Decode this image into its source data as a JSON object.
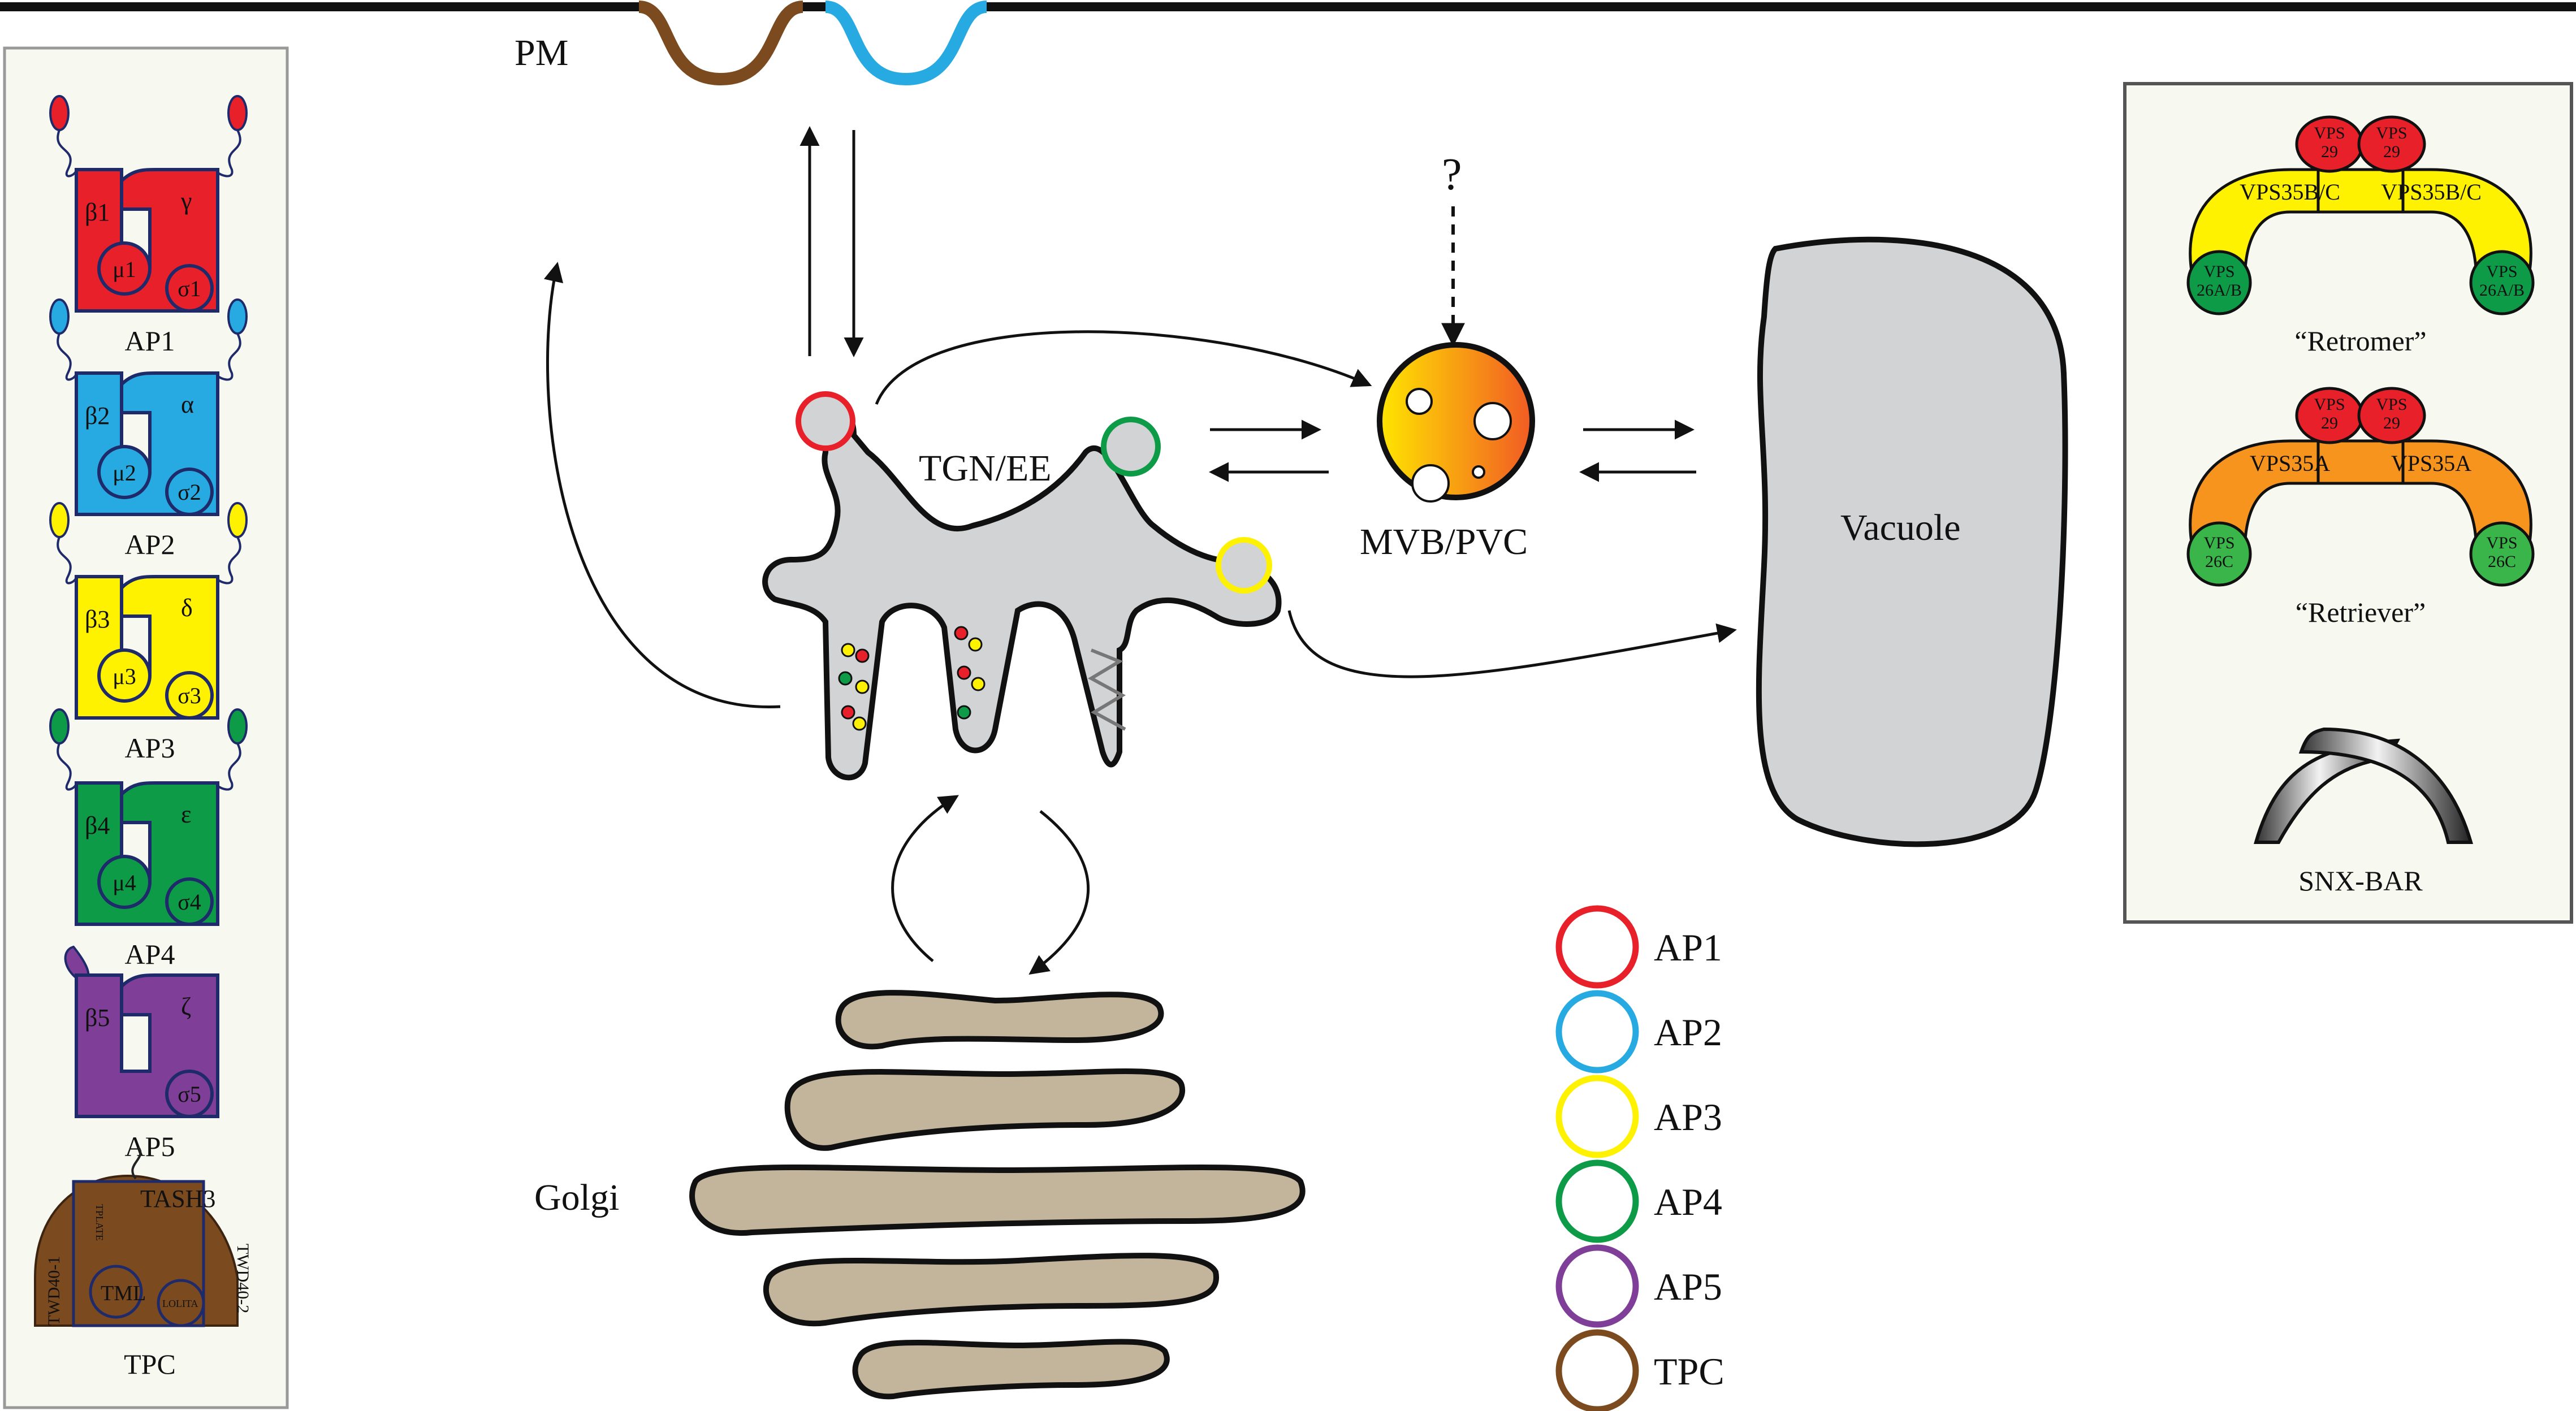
{
  "labels": {
    "pm": "PM",
    "tgn": "TGN/EE",
    "mvb": "MVB/PVC",
    "question": "?",
    "vacuole": "Vacuole",
    "golgi": "Golgi"
  },
  "ap_complexes": [
    {
      "name": "AP1",
      "beta": "β1",
      "large": "γ",
      "mu": "μ1",
      "sigma": "σ1",
      "color": "#e8202a"
    },
    {
      "name": "AP2",
      "beta": "β2",
      "large": "α",
      "mu": "μ2",
      "sigma": "σ2",
      "color": "#27aae1"
    },
    {
      "name": "AP3",
      "beta": "β3",
      "large": "δ",
      "mu": "μ3",
      "sigma": "σ3",
      "color": "#fff200"
    },
    {
      "name": "AP4",
      "beta": "β4",
      "large": "ε",
      "mu": "μ4",
      "sigma": "σ4",
      "color": "#0d9b48"
    },
    {
      "name": "AP5",
      "beta": "β5",
      "large": "ζ",
      "sigma": "σ5",
      "color": "#7f3f98"
    }
  ],
  "tpc": {
    "name": "TPC",
    "subunits": [
      "TWD40-1",
      "TWD40-2",
      "TPLATE",
      "TASH3",
      "TML",
      "LOLITA"
    ],
    "color": "#7b4a1e"
  },
  "right_panel": {
    "retromer": {
      "label": "“Retromer”",
      "vps29": "VPS 29",
      "vps35": "VPS35B/C",
      "vps26": "VPS 26A/B"
    },
    "retriever": {
      "label": "“Retriever”",
      "vps29": "VPS 29",
      "vps35": "VPS35A",
      "vps26": "VPS 26C"
    },
    "snx": {
      "label": "SNX-BAR"
    }
  },
  "legend": [
    {
      "name": "AP1",
      "color": "#e8202a"
    },
    {
      "name": "AP2",
      "color": "#27aae1"
    },
    {
      "name": "AP3",
      "color": "#fff200"
    },
    {
      "name": "AP4",
      "color": "#0d9b48"
    },
    {
      "name": "AP5",
      "color": "#7f3f98"
    },
    {
      "name": "TPC",
      "color": "#7b4a1e"
    }
  ]
}
